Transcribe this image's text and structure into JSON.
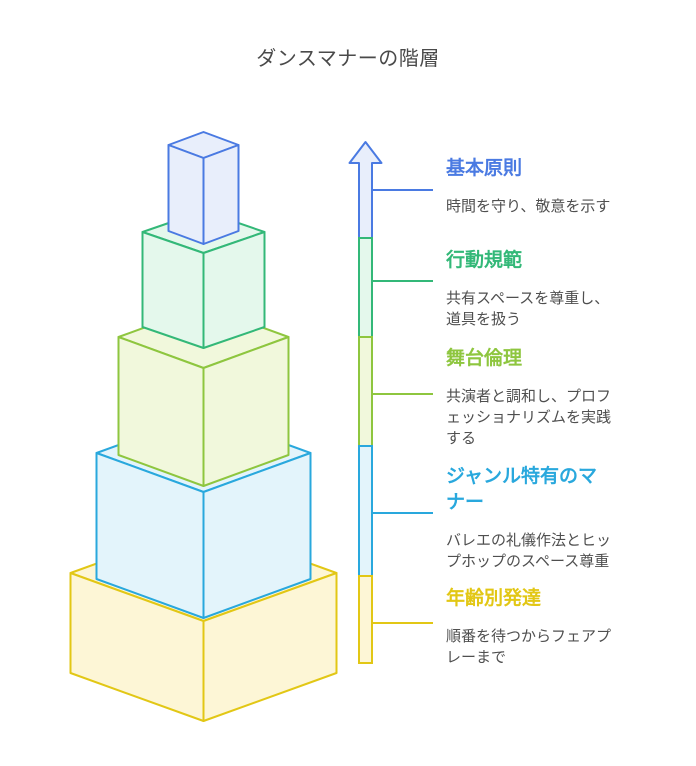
{
  "page_title": "ダンスマナーの階層",
  "diagram": {
    "type": "3d-stacked-pyramid",
    "arrow": {
      "name": "up-arrow",
      "direction": "up"
    },
    "levels": [
      {
        "rank": 1,
        "title": "基本原則",
        "description": "時間を守り、敬意を示す",
        "color": "#4a7ae2",
        "fill": "#e8eefb"
      },
      {
        "rank": 2,
        "title": "行動規範",
        "description": "共有スペースを尊重し、道具を扱う",
        "color": "#33b878",
        "fill": "#e4f8ec"
      },
      {
        "rank": 3,
        "title": "舞台倫理",
        "description": "共演者と調和し、プロフェッショナリズムを実践する",
        "color": "#8ec63f",
        "fill": "#f1f8dc"
      },
      {
        "rank": 4,
        "title": "ジャンル特有のマナー",
        "description": "バレエの礼儀作法とヒップホップのスペース尊重",
        "color": "#29a8dd",
        "fill": "#e3f4fb"
      },
      {
        "rank": 5,
        "title": "年齢別発達",
        "description": "順番を待つからフェアプレーまで",
        "color": "#e2c715",
        "fill": "#fdf6d6"
      }
    ]
  },
  "text_colors": {
    "page_title": "#4a4a4a",
    "description": "#4f4f4f"
  }
}
